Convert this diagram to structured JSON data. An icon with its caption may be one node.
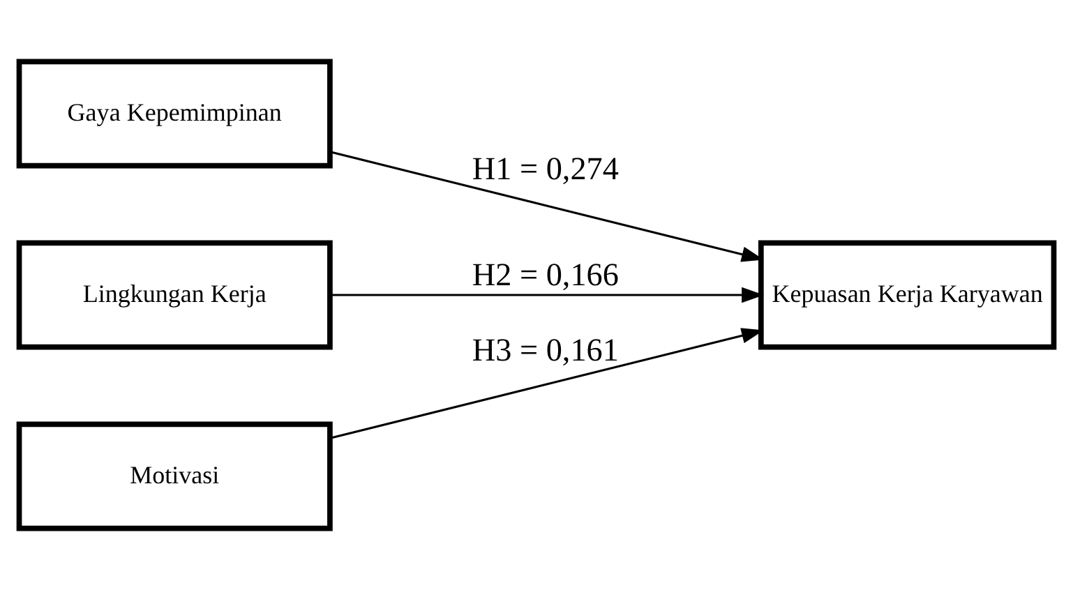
{
  "diagram": {
    "nodes": [
      {
        "text": [
          "Gaya Kepemimpinan"
        ]
      },
      {
        "text": [
          "Lingkungan Kerja"
        ]
      },
      {
        "text": [
          "Motivasi"
        ]
      },
      {
        "text": [
          "Kepuasan Kerja Karyawan"
        ]
      }
    ],
    "edges": [
      {
        "from": 0,
        "to": 3,
        "arrow": "to",
        "label": "H1 = 0,274"
      },
      {
        "from": 1,
        "to": 3,
        "arrow": "to",
        "label": "H2 = 0,166"
      },
      {
        "from": 2,
        "to": 3,
        "arrow": "to",
        "label": "H3 = 0,161"
      }
    ]
  }
}
